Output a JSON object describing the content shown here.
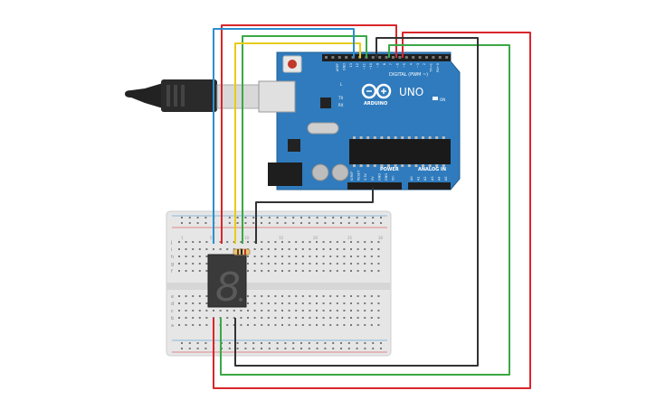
{
  "arduino": {
    "board_name": "UNO",
    "brand": "ARDUINO",
    "digital_label": "DIGITAL (PWM ~)",
    "analog_label": "ANALOG IN",
    "power_label": "POWER",
    "on_label": "ON",
    "tx_label": "TX",
    "rx_label": "RX",
    "l_label": "L",
    "digital_pins": [
      "AREF",
      "GND",
      "13",
      "12",
      "~11",
      "~10",
      "~9",
      "8",
      "7",
      "~6",
      "~5",
      "4",
      "~3",
      "2",
      "TX→1",
      "RX←0"
    ],
    "power_pins": [
      "IOREF",
      "RESET",
      "3.3V",
      "5V",
      "GND",
      "GND",
      "Vin"
    ],
    "analog_pins": [
      "A0",
      "A1",
      "A2",
      "A3",
      "A4",
      "A5"
    ]
  },
  "breadboard": {
    "row_letters_top": [
      "j",
      "i",
      "h",
      "g",
      "f"
    ],
    "row_letters_bottom": [
      "e",
      "d",
      "c",
      "b",
      "a"
    ],
    "column_numbers": [
      "1",
      "5",
      "10",
      "15",
      "20",
      "25",
      "30"
    ]
  },
  "display": {
    "digit": "8"
  },
  "colors": {
    "board": "#2f7bbd",
    "board_dark": "#215f94",
    "breadboard": "#e6e6e6",
    "wire_red": "#d9262b",
    "wire_green": "#3aa845",
    "wire_blue": "#2c8fd0",
    "wire_yellow": "#e8cd17",
    "wire_black": "#333333",
    "display": "#3a3a3a",
    "segment": "#5a5a5a"
  }
}
